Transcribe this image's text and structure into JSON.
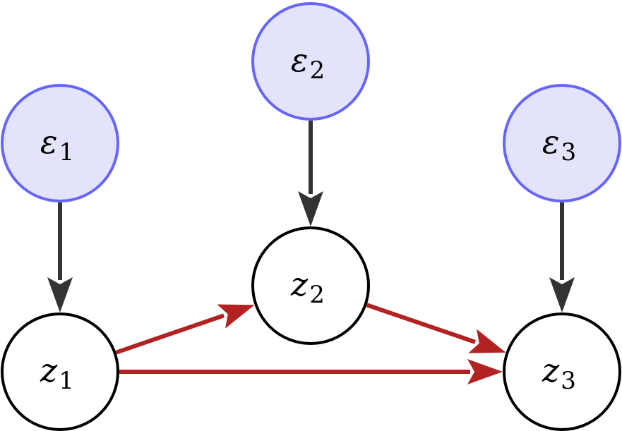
{
  "diagram": {
    "nodes": [
      {
        "id": "e1",
        "symbol": "ε",
        "sub": "1",
        "kind": "noise"
      },
      {
        "id": "e2",
        "symbol": "ε",
        "sub": "2",
        "kind": "noise"
      },
      {
        "id": "e3",
        "symbol": "ε",
        "sub": "3",
        "kind": "noise"
      },
      {
        "id": "z1",
        "symbol": "z",
        "sub": "1",
        "kind": "latent"
      },
      {
        "id": "z2",
        "symbol": "z",
        "sub": "2",
        "kind": "latent"
      },
      {
        "id": "z3",
        "symbol": "z",
        "sub": "3",
        "kind": "latent"
      }
    ],
    "edges": [
      {
        "from": "e1",
        "to": "z1",
        "color": "#333333"
      },
      {
        "from": "e2",
        "to": "z2",
        "color": "#333333"
      },
      {
        "from": "e3",
        "to": "z3",
        "color": "#333333"
      },
      {
        "from": "z1",
        "to": "z2",
        "color": "#b22222"
      },
      {
        "from": "z1",
        "to": "z3",
        "color": "#b22222"
      },
      {
        "from": "z2",
        "to": "z3",
        "color": "#b22222"
      }
    ],
    "colors": {
      "noise_fill": "#e3e3fb",
      "noise_stroke": "#6666ff",
      "latent_fill": "#ffffff",
      "latent_stroke": "#000000",
      "causal_edge": "#b22222",
      "noise_edge": "#333333"
    }
  }
}
